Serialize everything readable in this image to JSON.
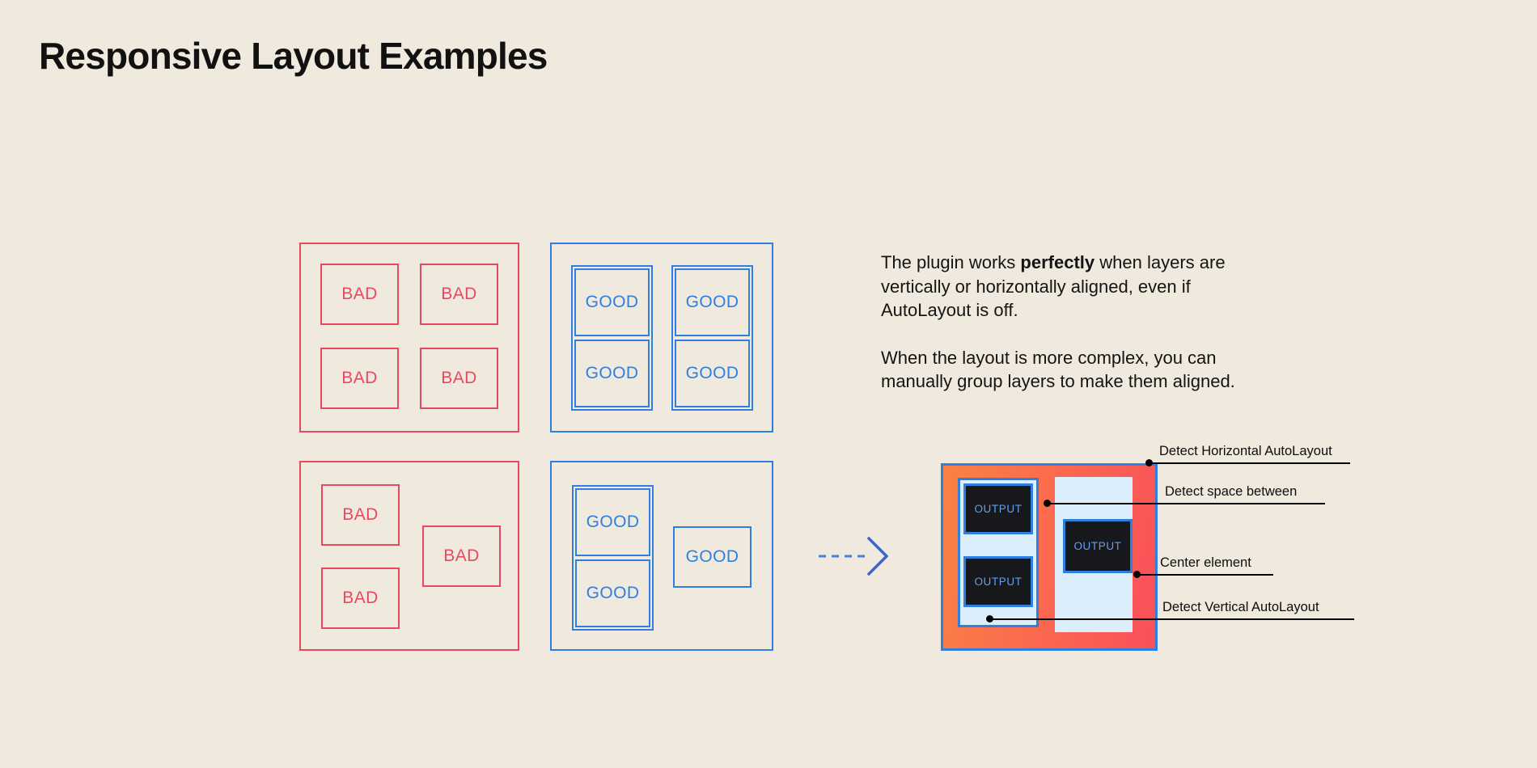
{
  "page": {
    "title": "Responsive Layout Examples",
    "background_color": "#f0eade",
    "bad_color": "#e8495f",
    "good_color": "#2e7fe0",
    "text_color": "#141414"
  },
  "copy": {
    "paragraph1_part1": "The plugin works ",
    "paragraph1_bold": "perfectly",
    "paragraph1_part2": " when layers are vertically or horizontally aligned, even if AutoLayout is off.",
    "paragraph2": "When the layout is more complex, you can manually group layers to make them aligned."
  },
  "examples": {
    "bad_grid": {
      "label": "BAD",
      "cells": [
        "BAD",
        "BAD",
        "BAD",
        "BAD"
      ]
    },
    "good_grid": {
      "label": "GOOD",
      "cells": [
        "GOOD",
        "GOOD",
        "GOOD",
        "GOOD"
      ]
    },
    "bad_complex": {
      "label": "BAD",
      "cells": [
        "BAD",
        "BAD",
        "BAD"
      ]
    },
    "good_complex": {
      "label": "GOOD",
      "cells": [
        "GOOD",
        "GOOD",
        "GOOD"
      ]
    }
  },
  "arrow": {
    "icon": "dashed-arrow-right-icon",
    "color": "#4a7fd4"
  },
  "result": {
    "output_label": "OUTPUT",
    "outputs": [
      "OUTPUT",
      "OUTPUT",
      "OUTPUT"
    ],
    "frame_gradient_from": "#f98244",
    "frame_gradient_to": "#f9505a",
    "frame_border": "#2e7fe0",
    "group_fill": "#dceefb",
    "output_fill": "#17181c",
    "output_text_color": "#5fa0f0"
  },
  "annotations": [
    {
      "label": "Detect Horizontal AutoLayout",
      "line_width": 250
    },
    {
      "label": "Detect space between",
      "line_width": 195
    },
    {
      "label": "Center element",
      "line_width": 140
    },
    {
      "label": "Detect Vertical AutoLayout",
      "line_width": 237
    }
  ]
}
